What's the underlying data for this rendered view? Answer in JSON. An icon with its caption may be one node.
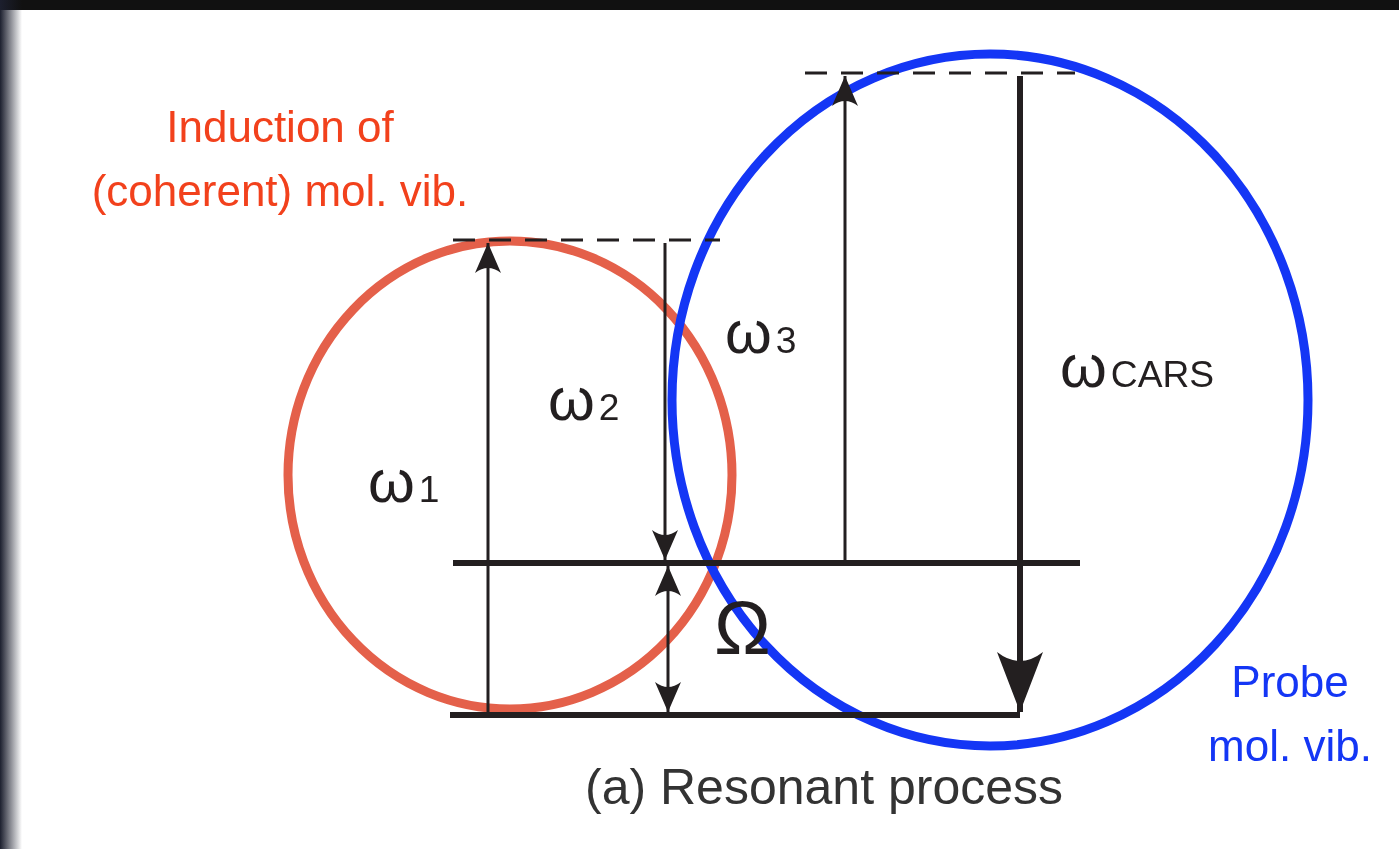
{
  "diagram": {
    "caption": "(a) Resonant process",
    "nodes": [
      {
        "text": [],
        "shape": "dashes"
      },
      {
        "text": [],
        "shape": "dashes"
      },
      {
        "text": [],
        "shape": "bar"
      },
      {
        "text": [],
        "shape": "bar"
      }
    ],
    "edges": [
      {
        "from": 3,
        "to": 1,
        "arrow": "to",
        "label": "ω$_{1}$"
      },
      {
        "from": 1,
        "to": 2,
        "arrow": "to",
        "label": "ω$_{2}$"
      },
      {
        "from": 2,
        "to": 3,
        "arrow": "both",
        "label": "Ω"
      },
      {
        "from": 2,
        "to": 0,
        "arrow": "to",
        "label": "ω$_{3}$"
      },
      {
        "from": 0,
        "to": 3,
        "arrow": "to",
        "label": "ω$_{CARS}$",
        "style": "thick"
      }
    ],
    "labels": [
      "Induction of (coherent) mol. vib.",
      "Probe mol. vib."
    ]
  }
}
